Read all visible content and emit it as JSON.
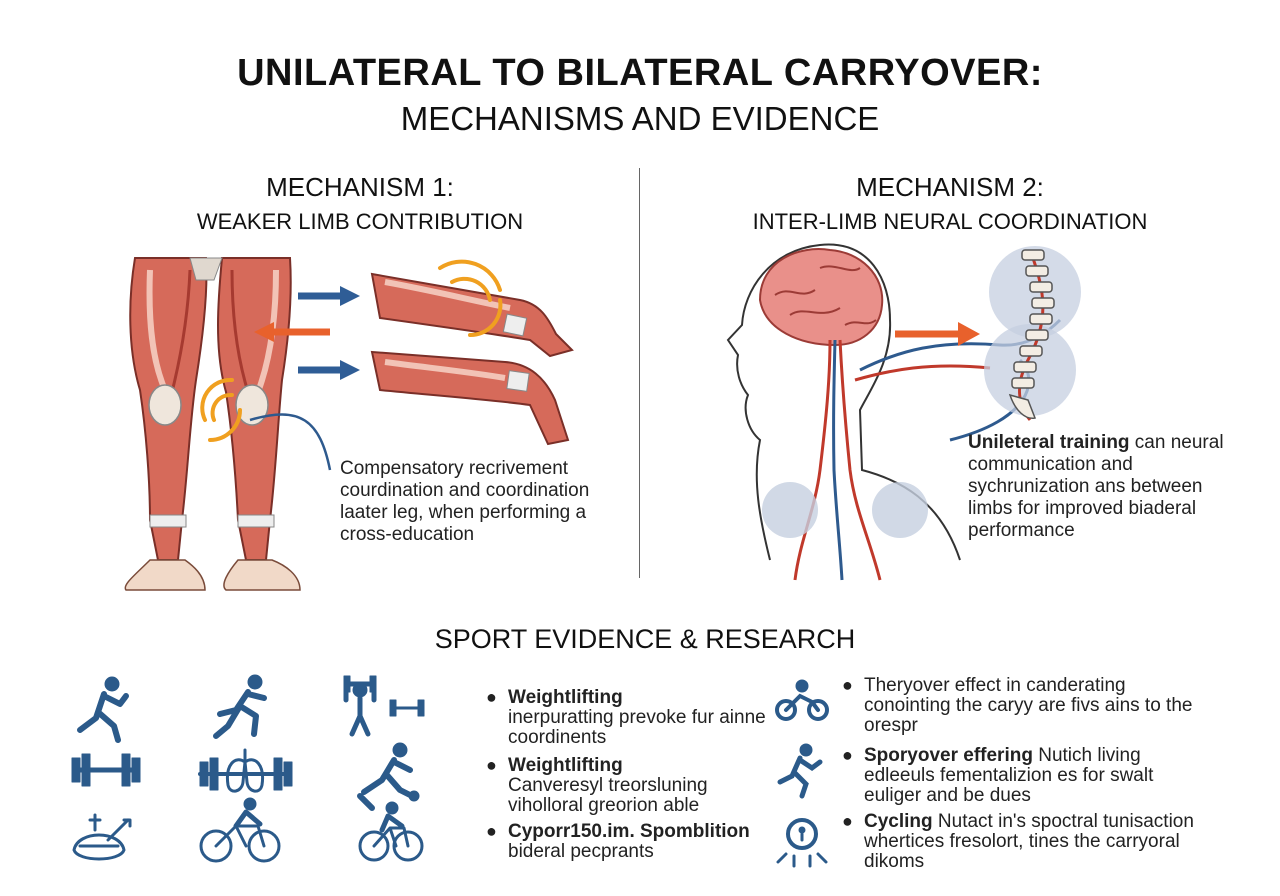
{
  "title": {
    "line1": "UNILATERAL TO BILATERAL CARRYOVER:",
    "line2": "MECHANISMS AND EVIDENCE"
  },
  "mechanism1": {
    "heading": "MECHANISM 1:",
    "subheading": "WEAKER LIMB CONTRIBUTION",
    "text": "Compensatory recrivement courdination and coordination laater leg, when performing a cross-education"
  },
  "mechanism2": {
    "heading": "MECHANISM 2:",
    "subheading": "INTER-LIMB NEURAL COORDINATION",
    "text_bold": "Unileteral training",
    "text_rest": " can neural communication and sychrunization ans between limbs for improved biaderal performance"
  },
  "evidence": {
    "heading": "SPORT EVIDENCE & RESEARCH",
    "left_items": [
      {
        "head": "Weightlifting",
        "body": "inerpuratting prevoke fur ainne coordinents"
      },
      {
        "head": "Weightlifting",
        "body": "Canveresyl treorsluning viholloral greorion able"
      },
      {
        "head": "Cyporr150.im. Spomblition",
        "body": "bideral pecprants"
      }
    ],
    "right_items": [
      {
        "head": "",
        "body": "Theryover effect in canderating conointing the caryy are fivs ains to the orespr"
      },
      {
        "head": "Sporyover effering",
        "body": " Nutich living edleeuls fementalizion es for swalt euliger and be dues"
      },
      {
        "head": "Cycling",
        "body": " Nutact in's spoctral tunisaction whertices fresolort, tines the carryoral dikoms"
      }
    ]
  },
  "colors": {
    "muscle": "#c8564a",
    "muscle_light": "#e8a08f",
    "blue_arrow": "#2f5d96",
    "orange_arrow": "#e8612c",
    "motion": "#f0a020",
    "icon_blue": "#2b5a8a",
    "nerve_red": "#c0392b",
    "nerve_blue": "#2e5a8e"
  },
  "icons": {
    "mechanism1": [
      "legs-anatomy-illustration",
      "blue-arrow",
      "orange-arrow",
      "kicking-leg-illustration",
      "motion-swirl"
    ],
    "mechanism2": [
      "head-brain-illustration",
      "spine-illustration",
      "nerve-pathway",
      "orange-arrow"
    ],
    "sports": [
      "runner-icon",
      "sprinter-icon",
      "weightlifter-icon",
      "dumbbell-icon",
      "lungs-dumbbell-icon",
      "volleyball-player-icon",
      "rowing-icon",
      "cyclist-icon",
      "cyclist-icon",
      "cyclist-small-icon",
      "running-athlete-icon",
      "swimmer-icon"
    ]
  }
}
